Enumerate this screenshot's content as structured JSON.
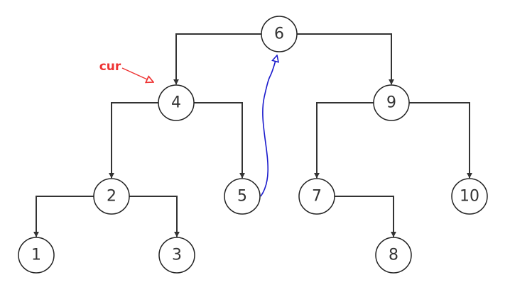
{
  "colors": {
    "edge": "#333333",
    "node_stroke": "#222222",
    "thread_link": "#1a1acc",
    "pointer": "#ee3333"
  },
  "pointer": {
    "label": "cur",
    "target": "4"
  },
  "nodes": [
    {
      "id": "6",
      "label": "6"
    },
    {
      "id": "4",
      "label": "4"
    },
    {
      "id": "9",
      "label": "9"
    },
    {
      "id": "2",
      "label": "2"
    },
    {
      "id": "5",
      "label": "5"
    },
    {
      "id": "7",
      "label": "7"
    },
    {
      "id": "10",
      "label": "10"
    },
    {
      "id": "1",
      "label": "1"
    },
    {
      "id": "3",
      "label": "3"
    },
    {
      "id": "8",
      "label": "8"
    }
  ],
  "edges": [
    {
      "from": "6",
      "to": "4"
    },
    {
      "from": "6",
      "to": "9"
    },
    {
      "from": "4",
      "to": "2"
    },
    {
      "from": "4",
      "to": "5"
    },
    {
      "from": "9",
      "to": "7"
    },
    {
      "from": "9",
      "to": "10"
    },
    {
      "from": "2",
      "to": "1"
    },
    {
      "from": "2",
      "to": "3"
    },
    {
      "from": "7",
      "to": "8"
    }
  ],
  "links": [
    {
      "from": "5",
      "to": "6"
    }
  ]
}
